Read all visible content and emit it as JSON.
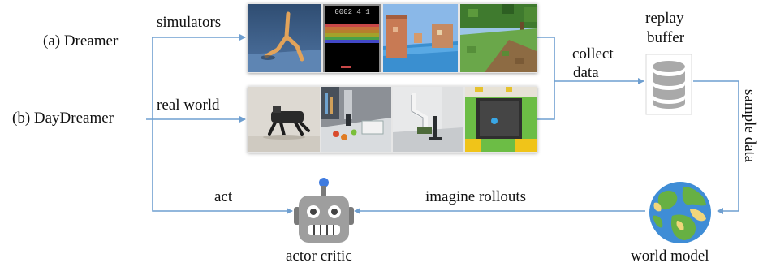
{
  "labels": {
    "dreamer": "(a) Dreamer",
    "daydreamer": "(b) DayDreamer",
    "simulators": "simulators",
    "real_world": "real world",
    "collect": "collect",
    "data": "data",
    "replay": "replay",
    "buffer": "buffer",
    "sample_data": "sample data",
    "imagine_rollouts": "imagine rollouts",
    "act": "act",
    "actor_critic": "actor critic",
    "world_model": "world model"
  },
  "atari_score": "0002 4 1",
  "colors": {
    "arrow": "#6f9fd0",
    "robot_head": "#9e9e9e",
    "robot_antenna": "#3f7be0",
    "earth_ocean": "#3f8dd6",
    "earth_land": "#67b043",
    "earth_desert": "#f1d67b",
    "database": "#a9a9a9"
  },
  "icons": {
    "replay_buffer": "database-icon",
    "world_model": "globe-icon",
    "actor_critic": "robot-icon"
  },
  "images": {
    "simulators": [
      "mujoco-walker-thumbnail",
      "atari-breakout-thumbnail",
      "dmlab-3d-thumbnail",
      "minecraft-thumbnail"
    ],
    "real_world": [
      "a1-quadruped-robot-thumbnail",
      "ur5-arm-pick-place-thumbnail",
      "xarm-pick-place-thumbnail",
      "sphero-navigation-thumbnail"
    ]
  }
}
